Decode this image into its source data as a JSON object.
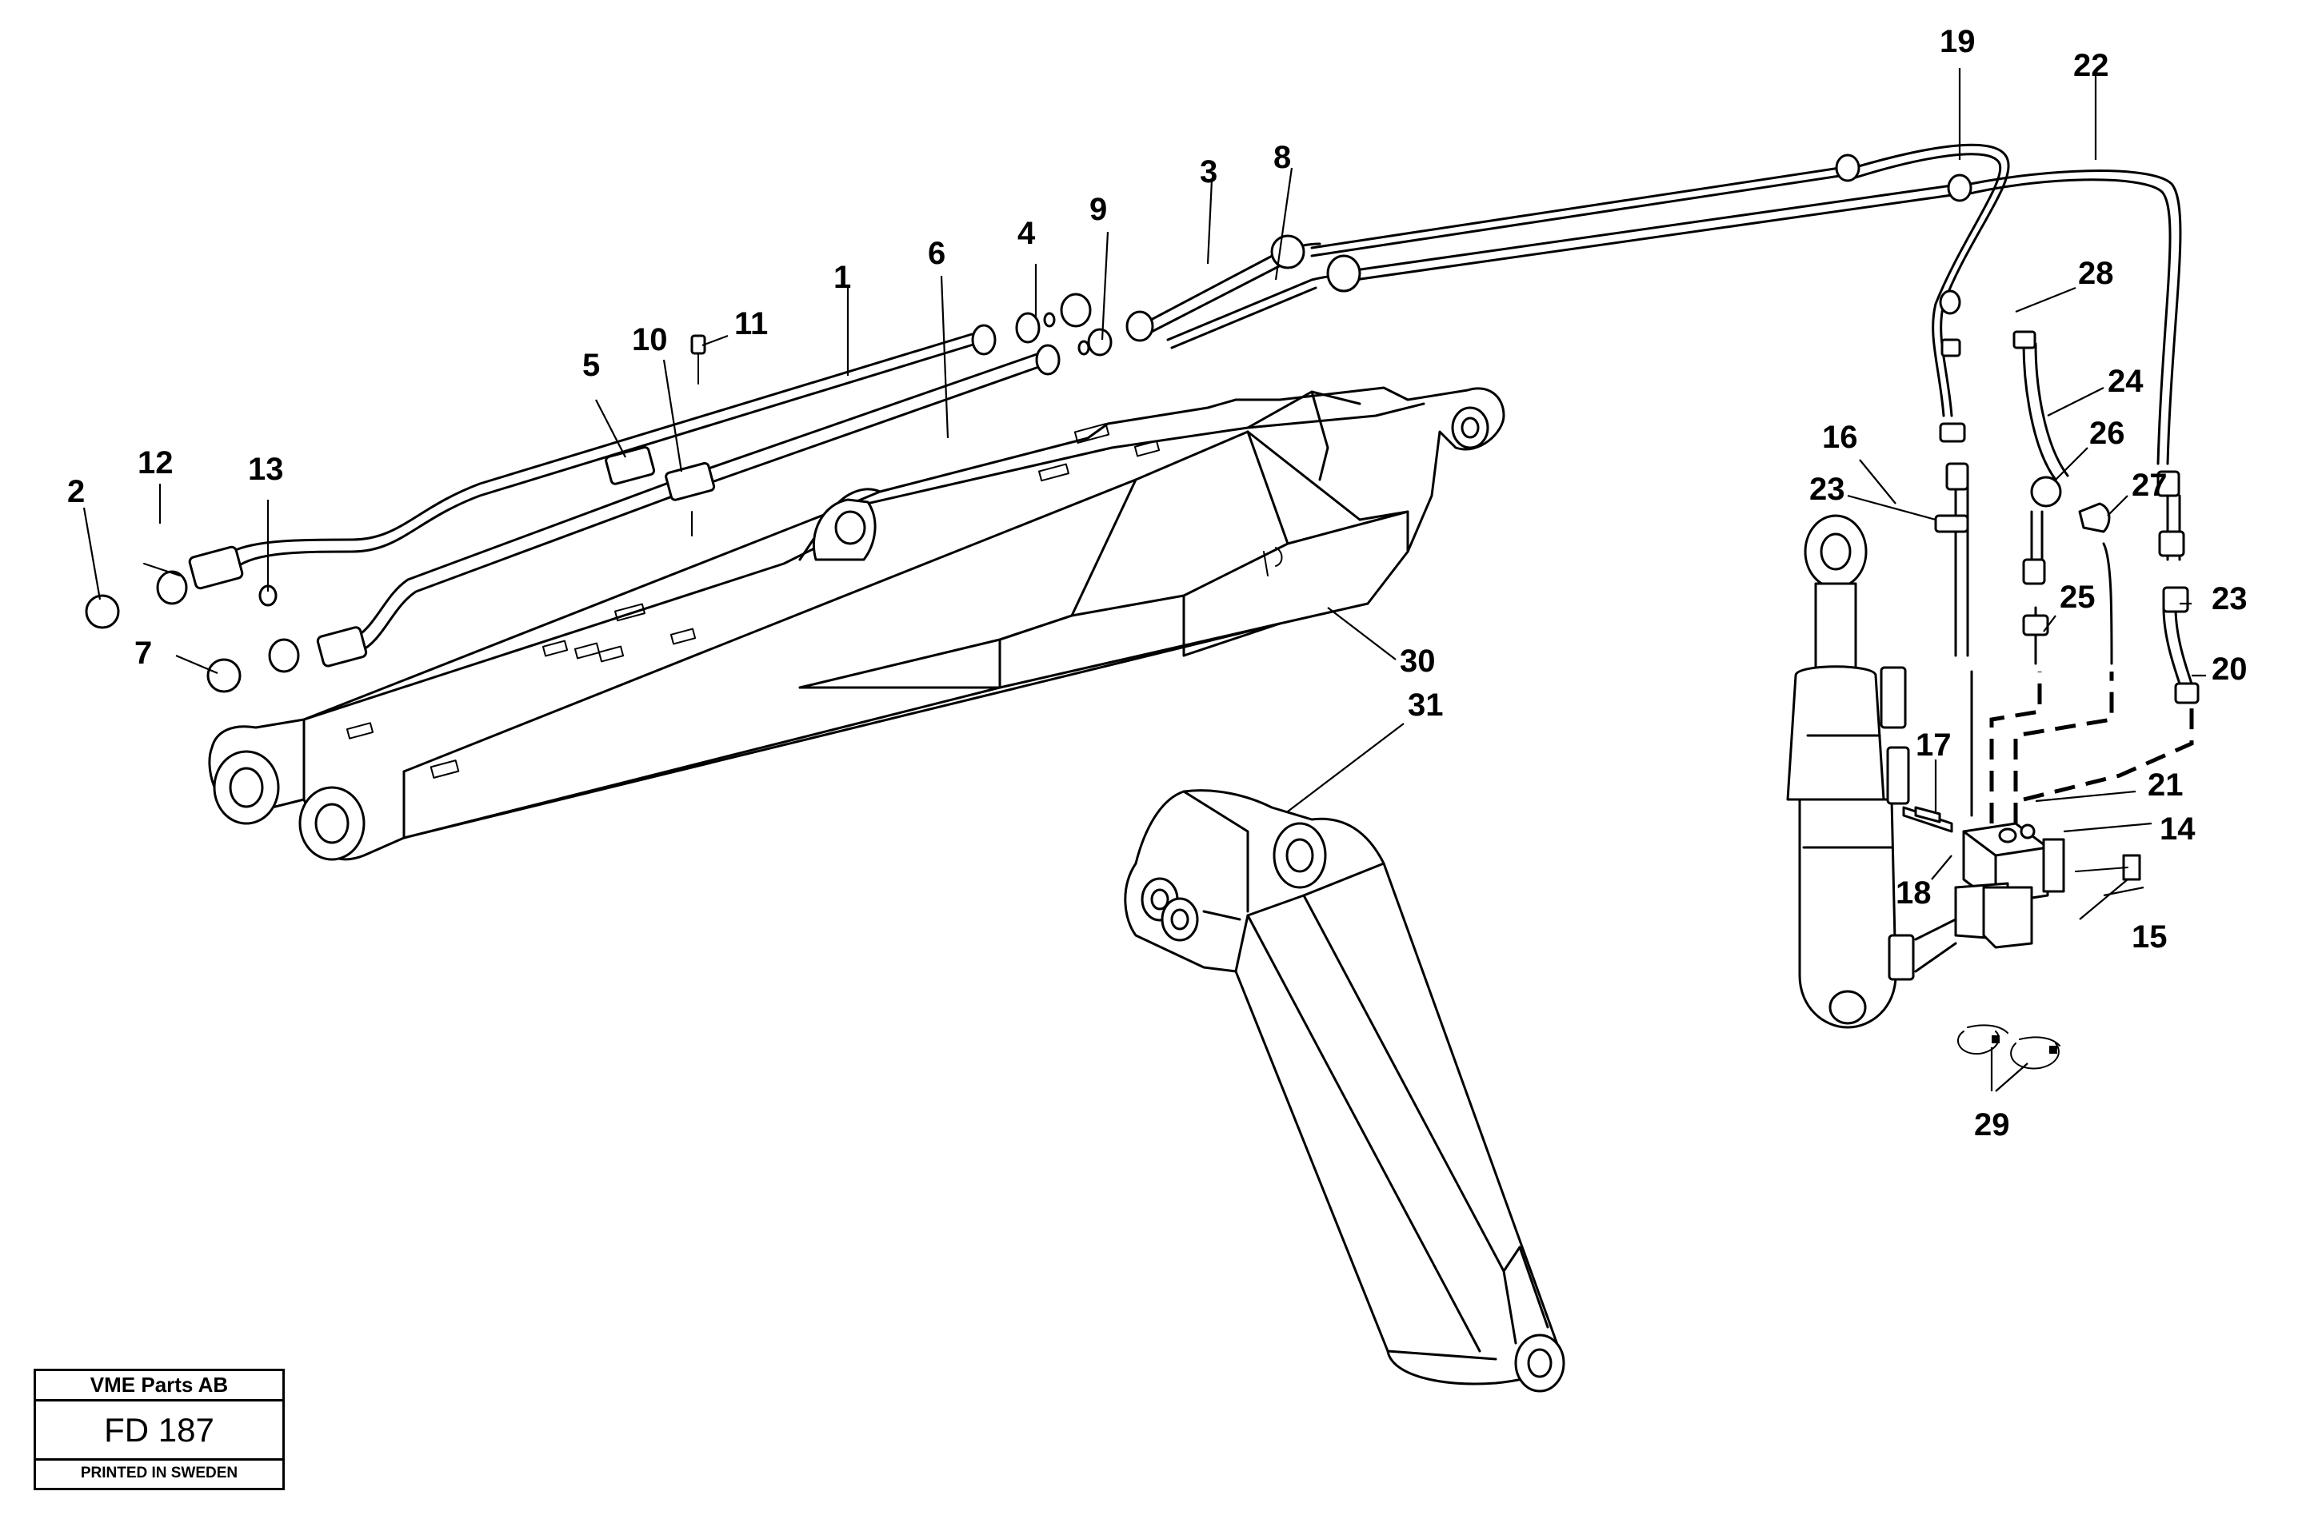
{
  "title_block": {
    "company": "VME Parts AB",
    "code": "FD 187",
    "printed": "PRINTED IN SWEDEN"
  },
  "callouts": {
    "c1": "1",
    "c2": "2",
    "c3": "3",
    "c4": "4",
    "c5": "5",
    "c6": "6",
    "c7": "7",
    "c8": "8",
    "c9": "9",
    "c10": "10",
    "c11": "11",
    "c12": "12",
    "c13": "13",
    "c14": "14",
    "c15": "15",
    "c16": "16",
    "c17": "17",
    "c18": "18",
    "c19": "19",
    "c20": "20",
    "c21": "21",
    "c22": "22",
    "c23a": "23",
    "c23b": "23",
    "c24": "24",
    "c25": "25",
    "c26": "26",
    "c27": "27",
    "c28": "28",
    "c29": "29",
    "c30": "30",
    "c31": "31"
  }
}
